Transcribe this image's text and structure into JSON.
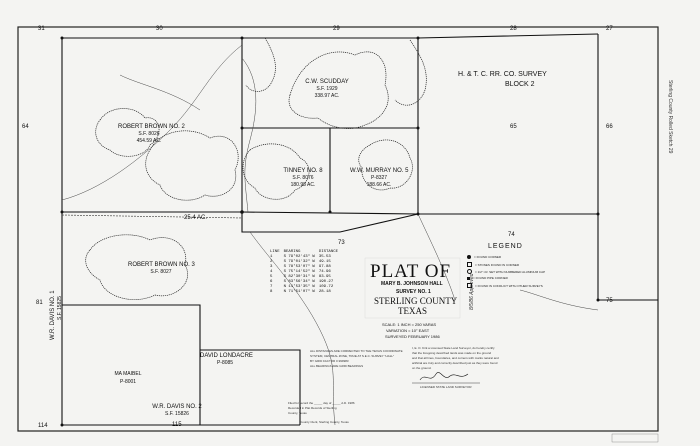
{
  "section_numbers": {
    "s31": "31",
    "s30": "30",
    "s29": "29",
    "s28": "28",
    "s27": "27",
    "s64": "64",
    "s65": "65",
    "s66": "66",
    "s73": "73",
    "s74": "74",
    "s75": "75",
    "s115": "115",
    "s114": "114",
    "s81": "81"
  },
  "surveys": {
    "scudday": {
      "name": "C.W. SCUDDAY",
      "sf": "S.F. 1929",
      "ac": "338.97 AC."
    },
    "hatc": {
      "line1": "H. & T. C. RR. CO. SURVEY",
      "line2": "BLOCK 2"
    },
    "brown2": {
      "name": "ROBERT BROWN NO. 2",
      "sf": "S.F. 8026",
      "ac": "454.59 AC."
    },
    "tinney": {
      "name": "TINNEY NO. 8",
      "sf": "S.F. 8076",
      "ac": "180.98 AC."
    },
    "murray": {
      "name": "W.W. MURRAY NO. 5",
      "sf": "P-8327",
      "ac": "188.66 AC."
    },
    "brown3": {
      "name": "ROBERT BROWN NO. 3",
      "sf": "S.F. 8027"
    },
    "maibel": {
      "name": "MA MAIBEL",
      "sf": "P-8001"
    },
    "londacre": {
      "name": "DAVID LONDACRE",
      "sf": "P-8085"
    },
    "davis2": {
      "name": "W.R. DAVIS NO. 2",
      "sf": "S.F. 15826"
    },
    "davis1": {
      "name": "W.R. DAVIS NO. 1",
      "sf": "S.F. 15825"
    },
    "acre_note": "25.4 AC."
  },
  "title_block": {
    "plat": "PLAT OF",
    "name": "MARY B. JOHNSON HALL",
    "survey": "SURVEY NO. 1",
    "county": "STERLING COUNTY",
    "state": "TEXAS",
    "scale": "SCALE: 1 INCH = 250 VARAS",
    "variation": "VARIATION = 10° EAST",
    "surveyed": "SURVEYED FEBRUARY 1986"
  },
  "legend": {
    "title": "LEGEND",
    "items": [
      "= FOUND CORNER",
      "= STONES FOUND IN CORNER",
      "= 1/2\" I.R. SET WITH NUMBERED ALUMINUM CAP",
      "= FOUND PIPE CORNER",
      "= FOUND IN CONFLICT WITH OTHER SURVEYS"
    ]
  },
  "call_table": {
    "headers": [
      "LINE",
      "BEARING",
      "DISTANCE"
    ],
    "rows": [
      [
        "1",
        "S 79°02'43\" W",
        "35.53"
      ],
      [
        "2",
        "S 79°01'32\" W",
        "49.15"
      ],
      [
        "3",
        "S 78°53'07\" W",
        "97.88"
      ],
      [
        "4",
        "S 75°14'52\" W",
        "74.96"
      ],
      [
        "5",
        "S 82°30'31\" W",
        "83.95"
      ],
      [
        "6",
        "S 83°56'34\" W",
        "190.27"
      ],
      [
        "7",
        "N 11°53'35\" W",
        "109.72"
      ],
      [
        "8",
        "N 71°51'07\" W",
        "28.18"
      ]
    ]
  },
  "certificate": {
    "line1": "I, E. O. Kirk a Licensed State Land Surveyor, do hereby certify",
    "line2": "that the foregoing described lands was made on the ground",
    "line3": "and that all lines, boundaries, and corners with marks natural and",
    "line4": "artificial are truly and correctly described just as they were found",
    "line5": "on the ground.",
    "sig_label": "LICENSED STATE LAND SURVEYOR"
  },
  "notes": {
    "line1": "ALL DISTANCES ARE CORRECTED TO THE TEXAS COORDINATE",
    "line2": "SYSTEM, CENTRAL ZONE, TRUE AT S.E.C. SURVEY \"HALL\"",
    "line3": "BY GRID FACTOR 0.999983",
    "line4": "ALL BEARINGS ARE GRID BEARINGS"
  },
  "filing": {
    "line1": "Filed for record the _____ day of _____ A.D. 1986",
    "line2": "Recorded in Plat Records of Sterling",
    "line3": "County, Texas",
    "line4": "County Clerk, Sterling County, Texas"
  },
  "margin_note": "Sterling County Rolled Sketch 29",
  "handwritten_right": "8/5/86 Approved"
}
